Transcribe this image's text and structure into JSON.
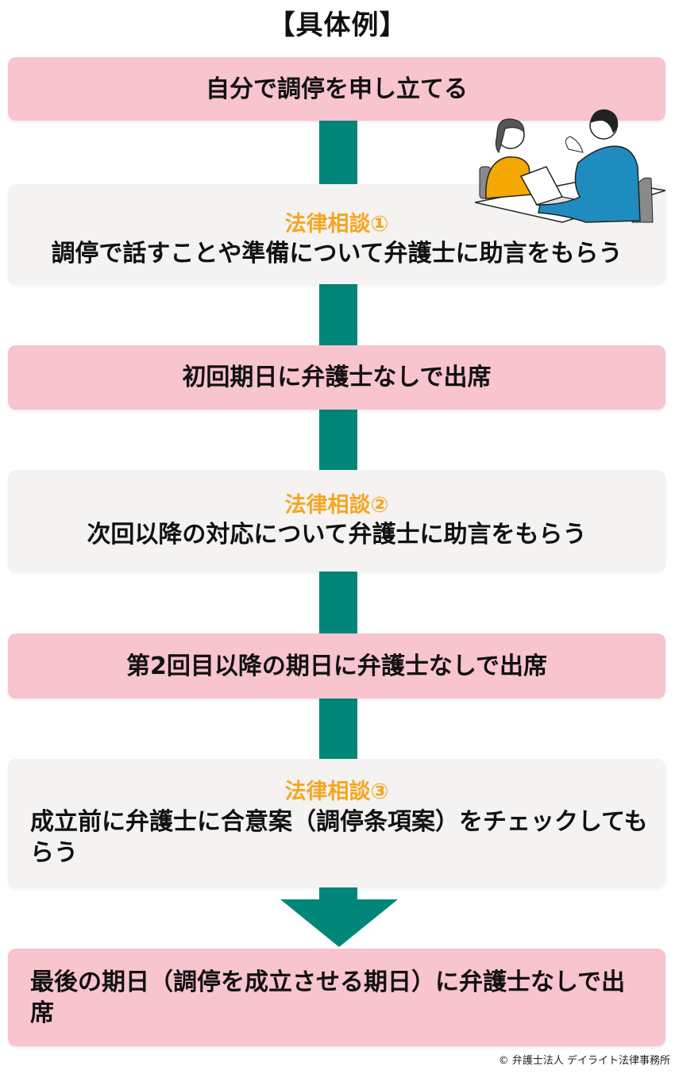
{
  "title": "【具体例】",
  "colors": {
    "pink_box": "#f8c4cd",
    "gray_box": "#f4f3f1",
    "connector": "#00877a",
    "consult_label": "#f5a623"
  },
  "steps": [
    {
      "type": "action",
      "text": "自分で調停を申し立てる"
    },
    {
      "type": "consult",
      "label": "法律相談①",
      "text": "調停で話すことや準備について弁護士に助言をもらう"
    },
    {
      "type": "action",
      "text": "初回期日に弁護士なしで出席"
    },
    {
      "type": "consult",
      "label": "法律相談②",
      "text": "次回以降の対応について弁護士に助言をもらう"
    },
    {
      "type": "action",
      "text": "第2回目以降の期日に弁護士なしで出席"
    },
    {
      "type": "consult",
      "label": "法律相談③",
      "text": "成立前に弁護士に合意案（調停条項案）をチェックしてもらう"
    },
    {
      "type": "action",
      "text": "最後の期日（調停を成立させる期日）に弁護士なしで出席"
    }
  ],
  "illustration": "woman-and-lawyer-consultation-at-desk-with-laptop",
  "copyright": "© 弁護士法人 デイライト法律事務所"
}
